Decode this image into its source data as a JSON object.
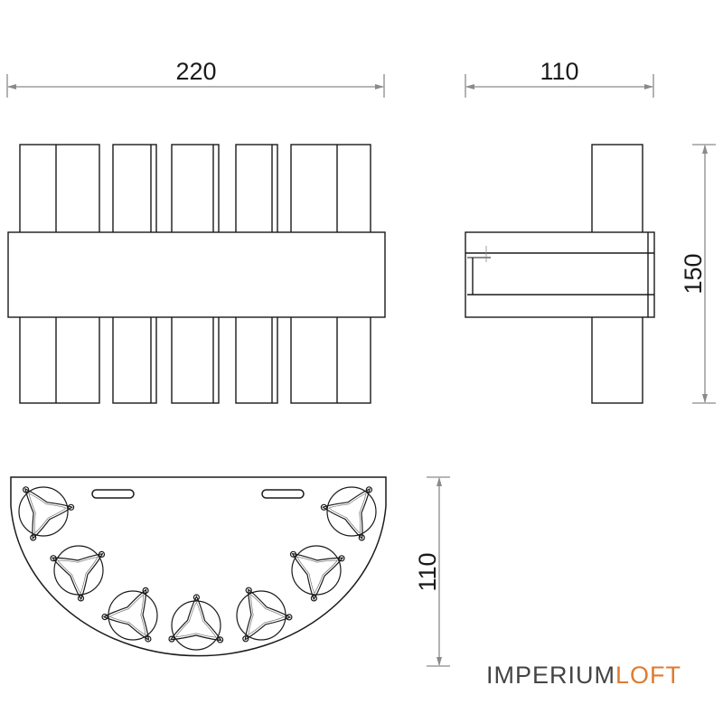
{
  "dimensions": {
    "front_width": "220",
    "side_depth": "110",
    "side_height": "150",
    "bottom_depth": "110"
  },
  "brand": {
    "part1": "IMPERIUM",
    "part2": "LOFT",
    "accent_color": "#e07a2e"
  },
  "colors": {
    "line": "#1a1a1a",
    "dimension_line": "#8a8a8a"
  }
}
